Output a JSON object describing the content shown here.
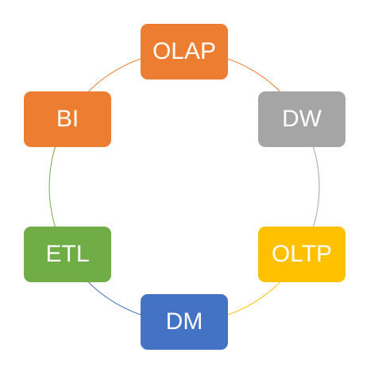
{
  "nodes": [
    {
      "id": "olap",
      "label": "OLAP",
      "color": "#ED7D31"
    },
    {
      "id": "dw",
      "label": "DW",
      "color": "#A5A5A5"
    },
    {
      "id": "oltp",
      "label": "OLTP",
      "color": "#FFC000"
    },
    {
      "id": "dm",
      "label": "DM",
      "color": "#4472C4"
    },
    {
      "id": "etl",
      "label": "ETL",
      "color": "#70AD47"
    },
    {
      "id": "bi",
      "label": "BI",
      "color": "#ED7D31"
    }
  ]
}
